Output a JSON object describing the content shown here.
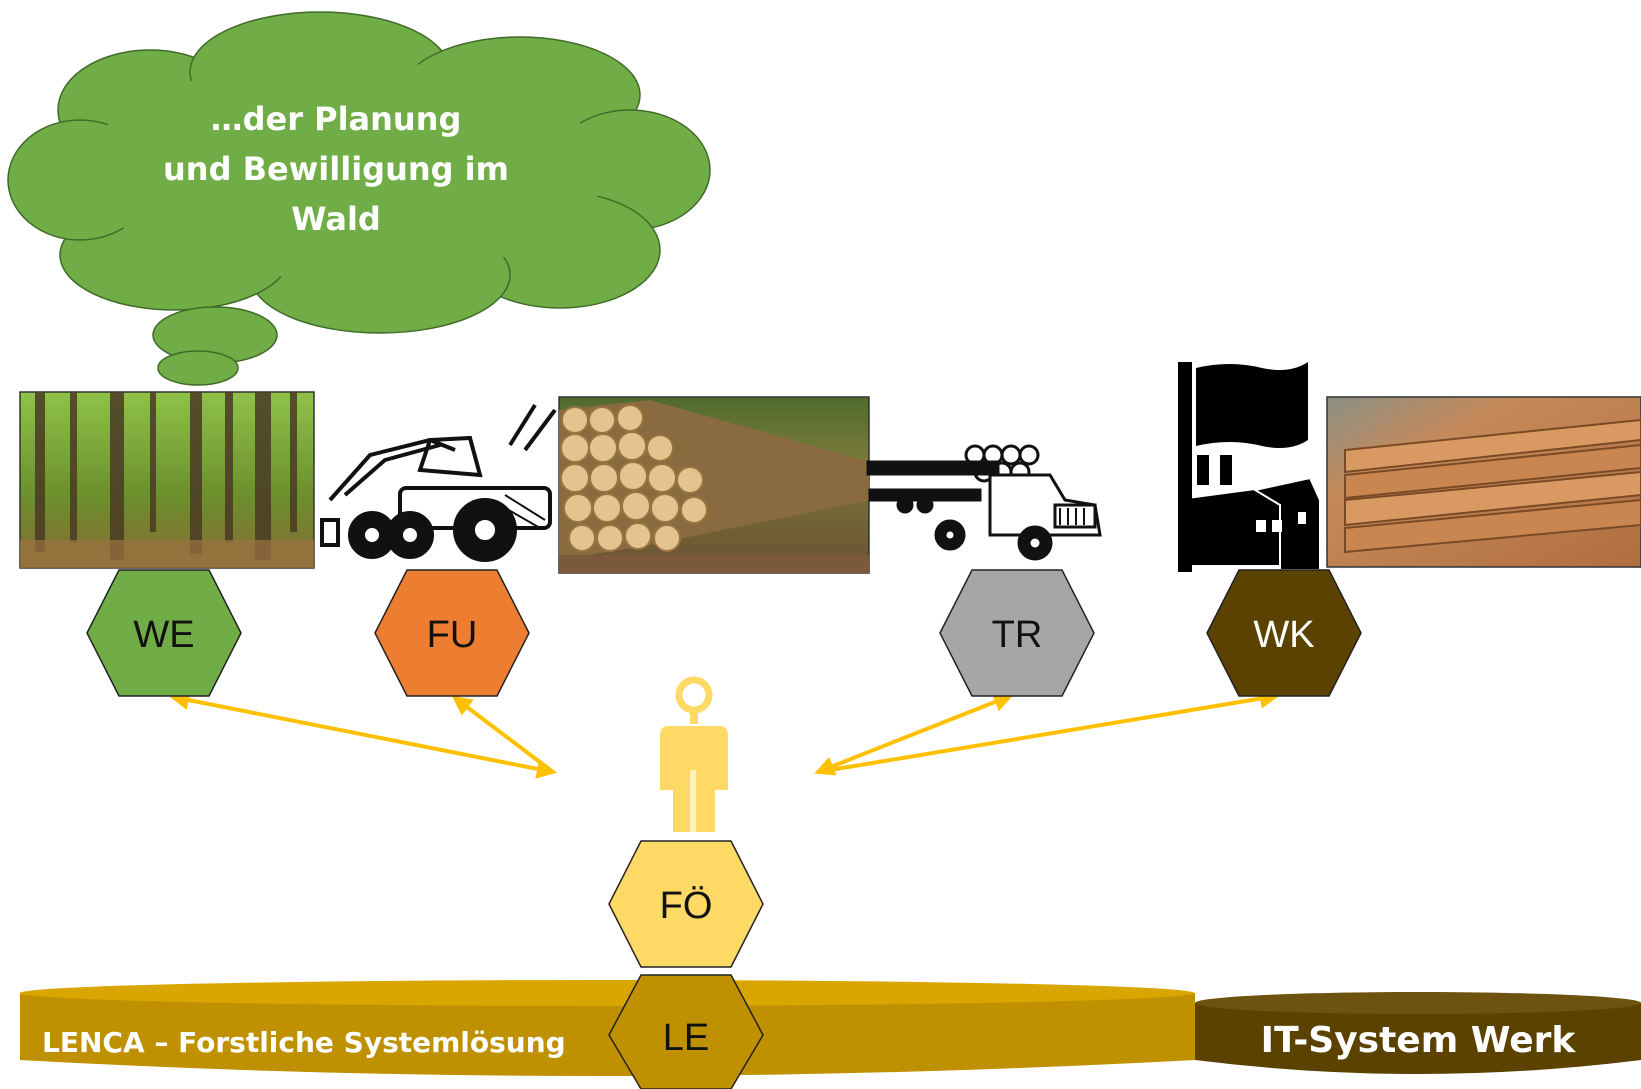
{
  "thought_bubble": {
    "lines": [
      "…der Planung",
      "und Bewilligung im",
      "Wald"
    ],
    "fill": "#70ad47"
  },
  "nodes": {
    "we": {
      "label": "WE",
      "fill": "#70ad47"
    },
    "fu": {
      "label": "FU",
      "fill": "#ed7d31"
    },
    "tr": {
      "label": "TR",
      "fill": "#a6a6a6"
    },
    "wk": {
      "label": "WK",
      "fill": "#5c4200"
    },
    "fo": {
      "label": "FÖ",
      "fill": "#ffd966"
    },
    "le": {
      "label": "LE",
      "fill": "#bf9000"
    }
  },
  "platforms": {
    "lenca": {
      "label": "LENCA – Forstliche Systemlösung",
      "fill": "#bf9000"
    },
    "it_system": {
      "label": "IT-System Werk",
      "fill": "#5c4200"
    }
  },
  "arrow_color": "#ffc000",
  "icons": [
    "forest-photo",
    "harvester-icon",
    "log-pile-photo",
    "logging-truck-icon",
    "factory-icon",
    "lumber-stack-photo",
    "person-icon"
  ]
}
